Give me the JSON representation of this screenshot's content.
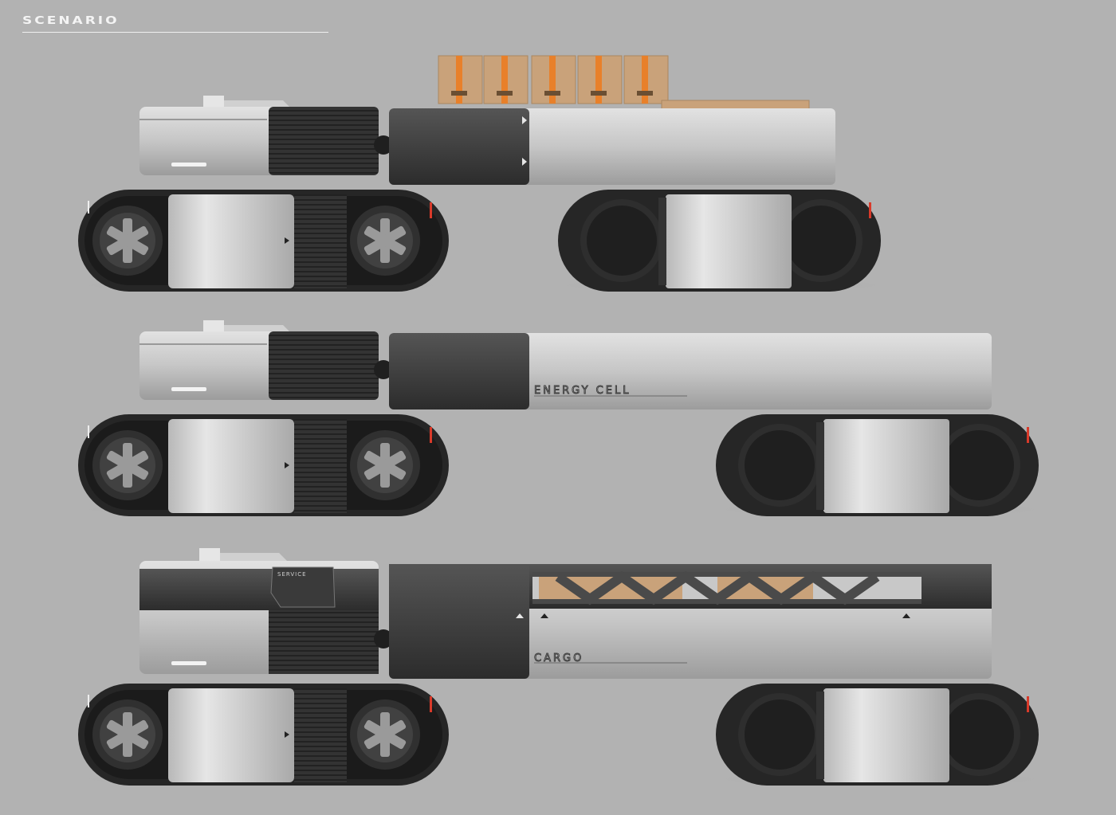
{
  "header": {
    "title": "SCENARIO"
  },
  "labels": {
    "energy_cell": "ENERGY CELL",
    "cargo": "CARGO",
    "service": "SERVICE"
  },
  "colors": {
    "background": "#b2b2b2",
    "body_light": "#c9c9c9",
    "body_dark": "#3d3d3d",
    "tire": "#252525",
    "accent_red": "#d93a2a",
    "box": "#c9a27a",
    "tape": "#e8802a"
  }
}
